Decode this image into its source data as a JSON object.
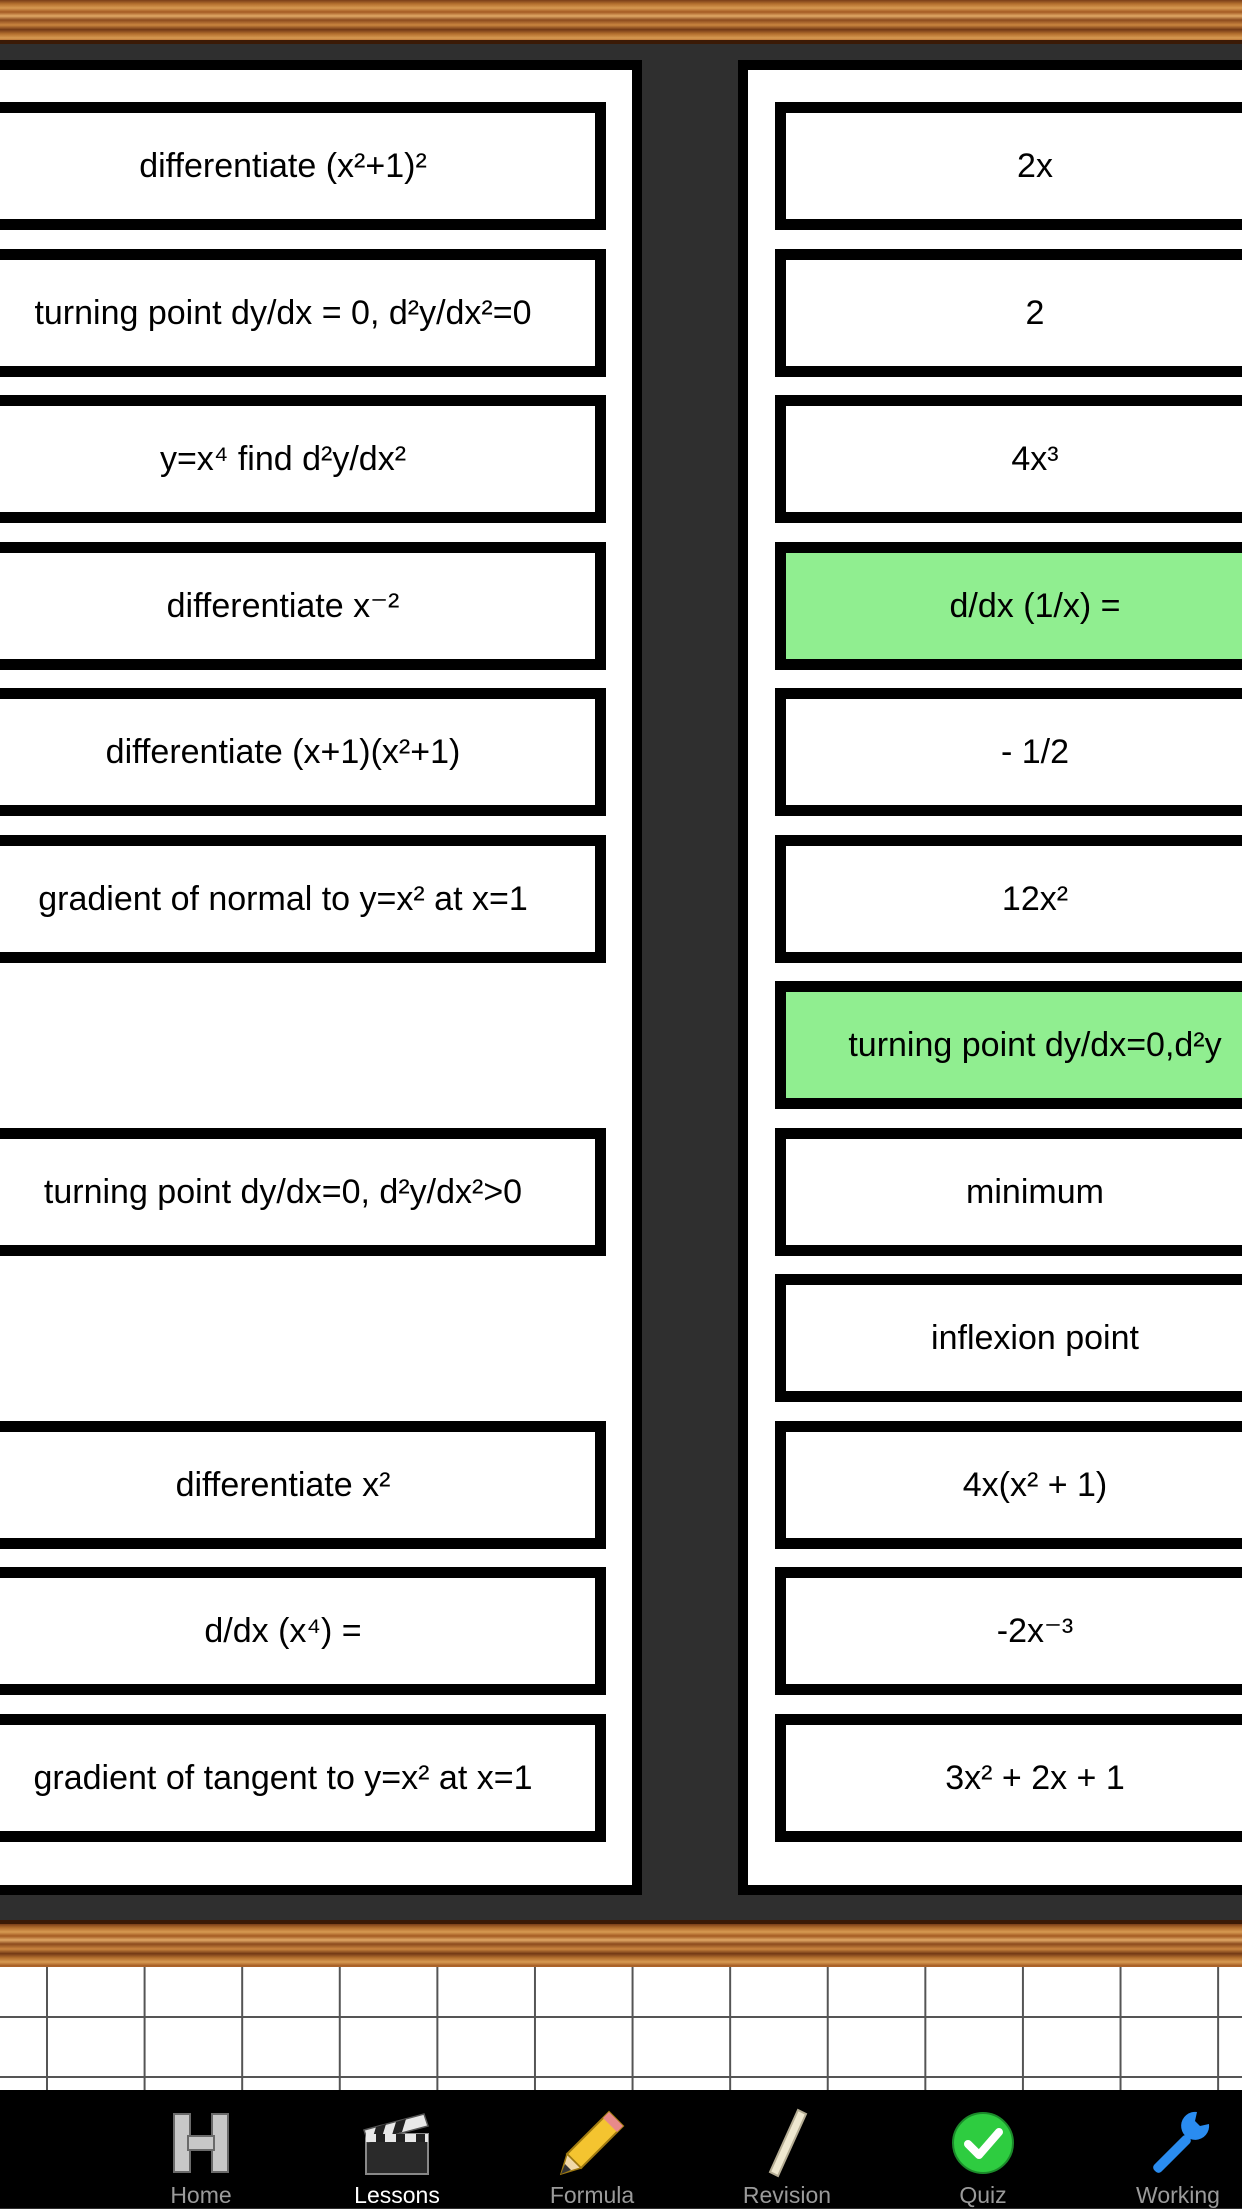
{
  "left_cards": [
    {
      "text": "differentiate (x²+1)²",
      "highlighted": false
    },
    {
      "text": "turning point dy/dx = 0, d²y/dx²=0",
      "highlighted": false
    },
    {
      "text": "y=x⁴ find d²y/dx²",
      "highlighted": false
    },
    {
      "text": "differentiate x⁻²",
      "highlighted": false
    },
    {
      "text": "differentiate (x+1)(x²+1)",
      "highlighted": false
    },
    {
      "text": "gradient of normal to y=x² at x=1",
      "highlighted": false
    },
    {
      "text": "turning point dy/dx=0, d²y/dx²>0",
      "highlighted": false
    },
    {
      "text": "differentiate x²",
      "highlighted": false
    },
    {
      "text": "d/dx (x⁴) =",
      "highlighted": false
    },
    {
      "text": "gradient of tangent to y=x² at x=1",
      "highlighted": false
    }
  ],
  "right_cards": [
    {
      "text": "2x",
      "highlighted": false
    },
    {
      "text": "2",
      "highlighted": false
    },
    {
      "text": "4x³",
      "highlighted": false
    },
    {
      "text": "d/dx (1/x) =",
      "highlighted": true
    },
    {
      "text": "- 1/2",
      "highlighted": false
    },
    {
      "text": "12x²",
      "highlighted": false
    },
    {
      "text": "turning point dy/dx=0,d²y",
      "highlighted": true
    },
    {
      "text": "minimum",
      "highlighted": false
    },
    {
      "text": "inflexion point",
      "highlighted": false
    },
    {
      "text": "4x(x² + 1)",
      "highlighted": false
    },
    {
      "text": "-2x⁻³",
      "highlighted": false
    },
    {
      "text": "3x² + 2x + 1",
      "highlighted": false
    }
  ],
  "colors": {
    "highlight": "#90ee90",
    "tab_active": "#ffffff",
    "tab_inactive": "#9a9a9a"
  },
  "tabbar": {
    "active": "Lessons",
    "tabs": [
      {
        "label": "Home",
        "icon": "home-h-icon"
      },
      {
        "label": "Lessons",
        "icon": "clapperboard-icon"
      },
      {
        "label": "Formula",
        "icon": "pencil-icon"
      },
      {
        "label": "Revision",
        "icon": "chalk-icon"
      },
      {
        "label": "Quiz",
        "icon": "checkmark-icon"
      },
      {
        "label": "Working",
        "icon": "wrench-icon"
      }
    ]
  }
}
